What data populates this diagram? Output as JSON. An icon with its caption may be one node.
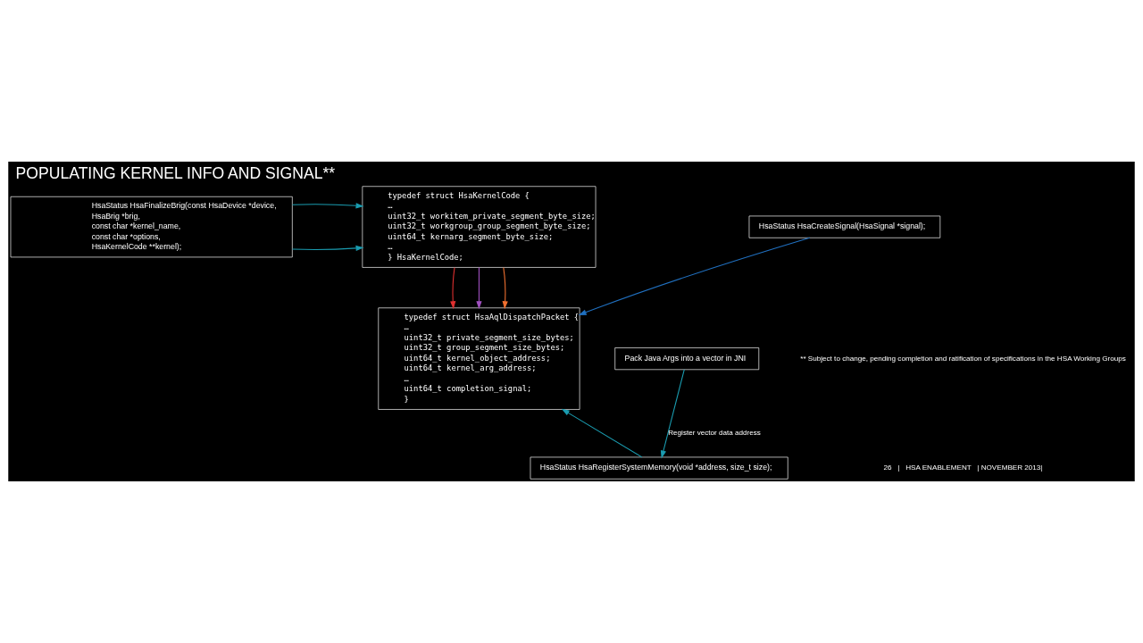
{
  "diagram": {
    "title": "POPULATING KERNEL INFO AND SIGNAL**",
    "nodes": [
      {
        "text": [
          "HsaStatus HsaFinalizeBrig(const HsaDevice *device, HsaBrig *brig, const char *kernel_name, const char *options, HsaKernelCode **kernel);"
        ]
      },
      {
        "text": [
          "typedef struct HsaKernelCode {",
          "…",
          "uint32_t workitem_private_segment_byte_size;",
          "uint32_t workgroup_group_segment_byte_size;",
          "uint64_t kernarg_segment_byte_size;",
          "…",
          "} HsaKernelCode;"
        ]
      },
      {
        "text": [
          "typedef struct HsaAqlDispatchPacket {",
          "…",
          "uint32_t private_segment_size_bytes;",
          "uint32_t group_segment_size_bytes;",
          "uint64_t kernel_object_address;",
          "uint64_t kernel_arg_address;",
          "…",
          "uint64_t completion_signal;",
          "}"
        ]
      },
      {
        "text": [
          "Pack Java Args into a vector in JNI"
        ]
      },
      {
        "text": [
          "HsaStatus HsaRegisterSystemMemory(void *address, size_t size);"
        ]
      },
      {
        "text": [
          "HsaStatus HsaCreateSignal(HsaSignal *signal);"
        ]
      }
    ],
    "edges": [
      {
        "from": 0,
        "to": 1,
        "arrow": "to"
      },
      {
        "from": 0,
        "to": 1,
        "arrow": "to"
      },
      {
        "from": 1,
        "to": 2,
        "arrow": "to",
        "color": "#e03030"
      },
      {
        "from": 1,
        "to": 2,
        "arrow": "to",
        "color": "#a050c0"
      },
      {
        "from": 1,
        "to": 2,
        "arrow": "to",
        "color": "#f07030"
      },
      {
        "from": 4,
        "to": 2,
        "arrow": "to"
      },
      {
        "from": 5,
        "to": 2,
        "arrow": "to",
        "color": "#2070c0"
      },
      {
        "from": 3,
        "to": 4,
        "arrow": "to",
        "label": "Register vector data address"
      }
    ],
    "labels": [
      "** Subject to change, pending completion and ratification of specifications in the HSA Working Groups",
      "26   |   HSA ENABLEMENT   | NOVEMBER 2013|"
    ]
  }
}
